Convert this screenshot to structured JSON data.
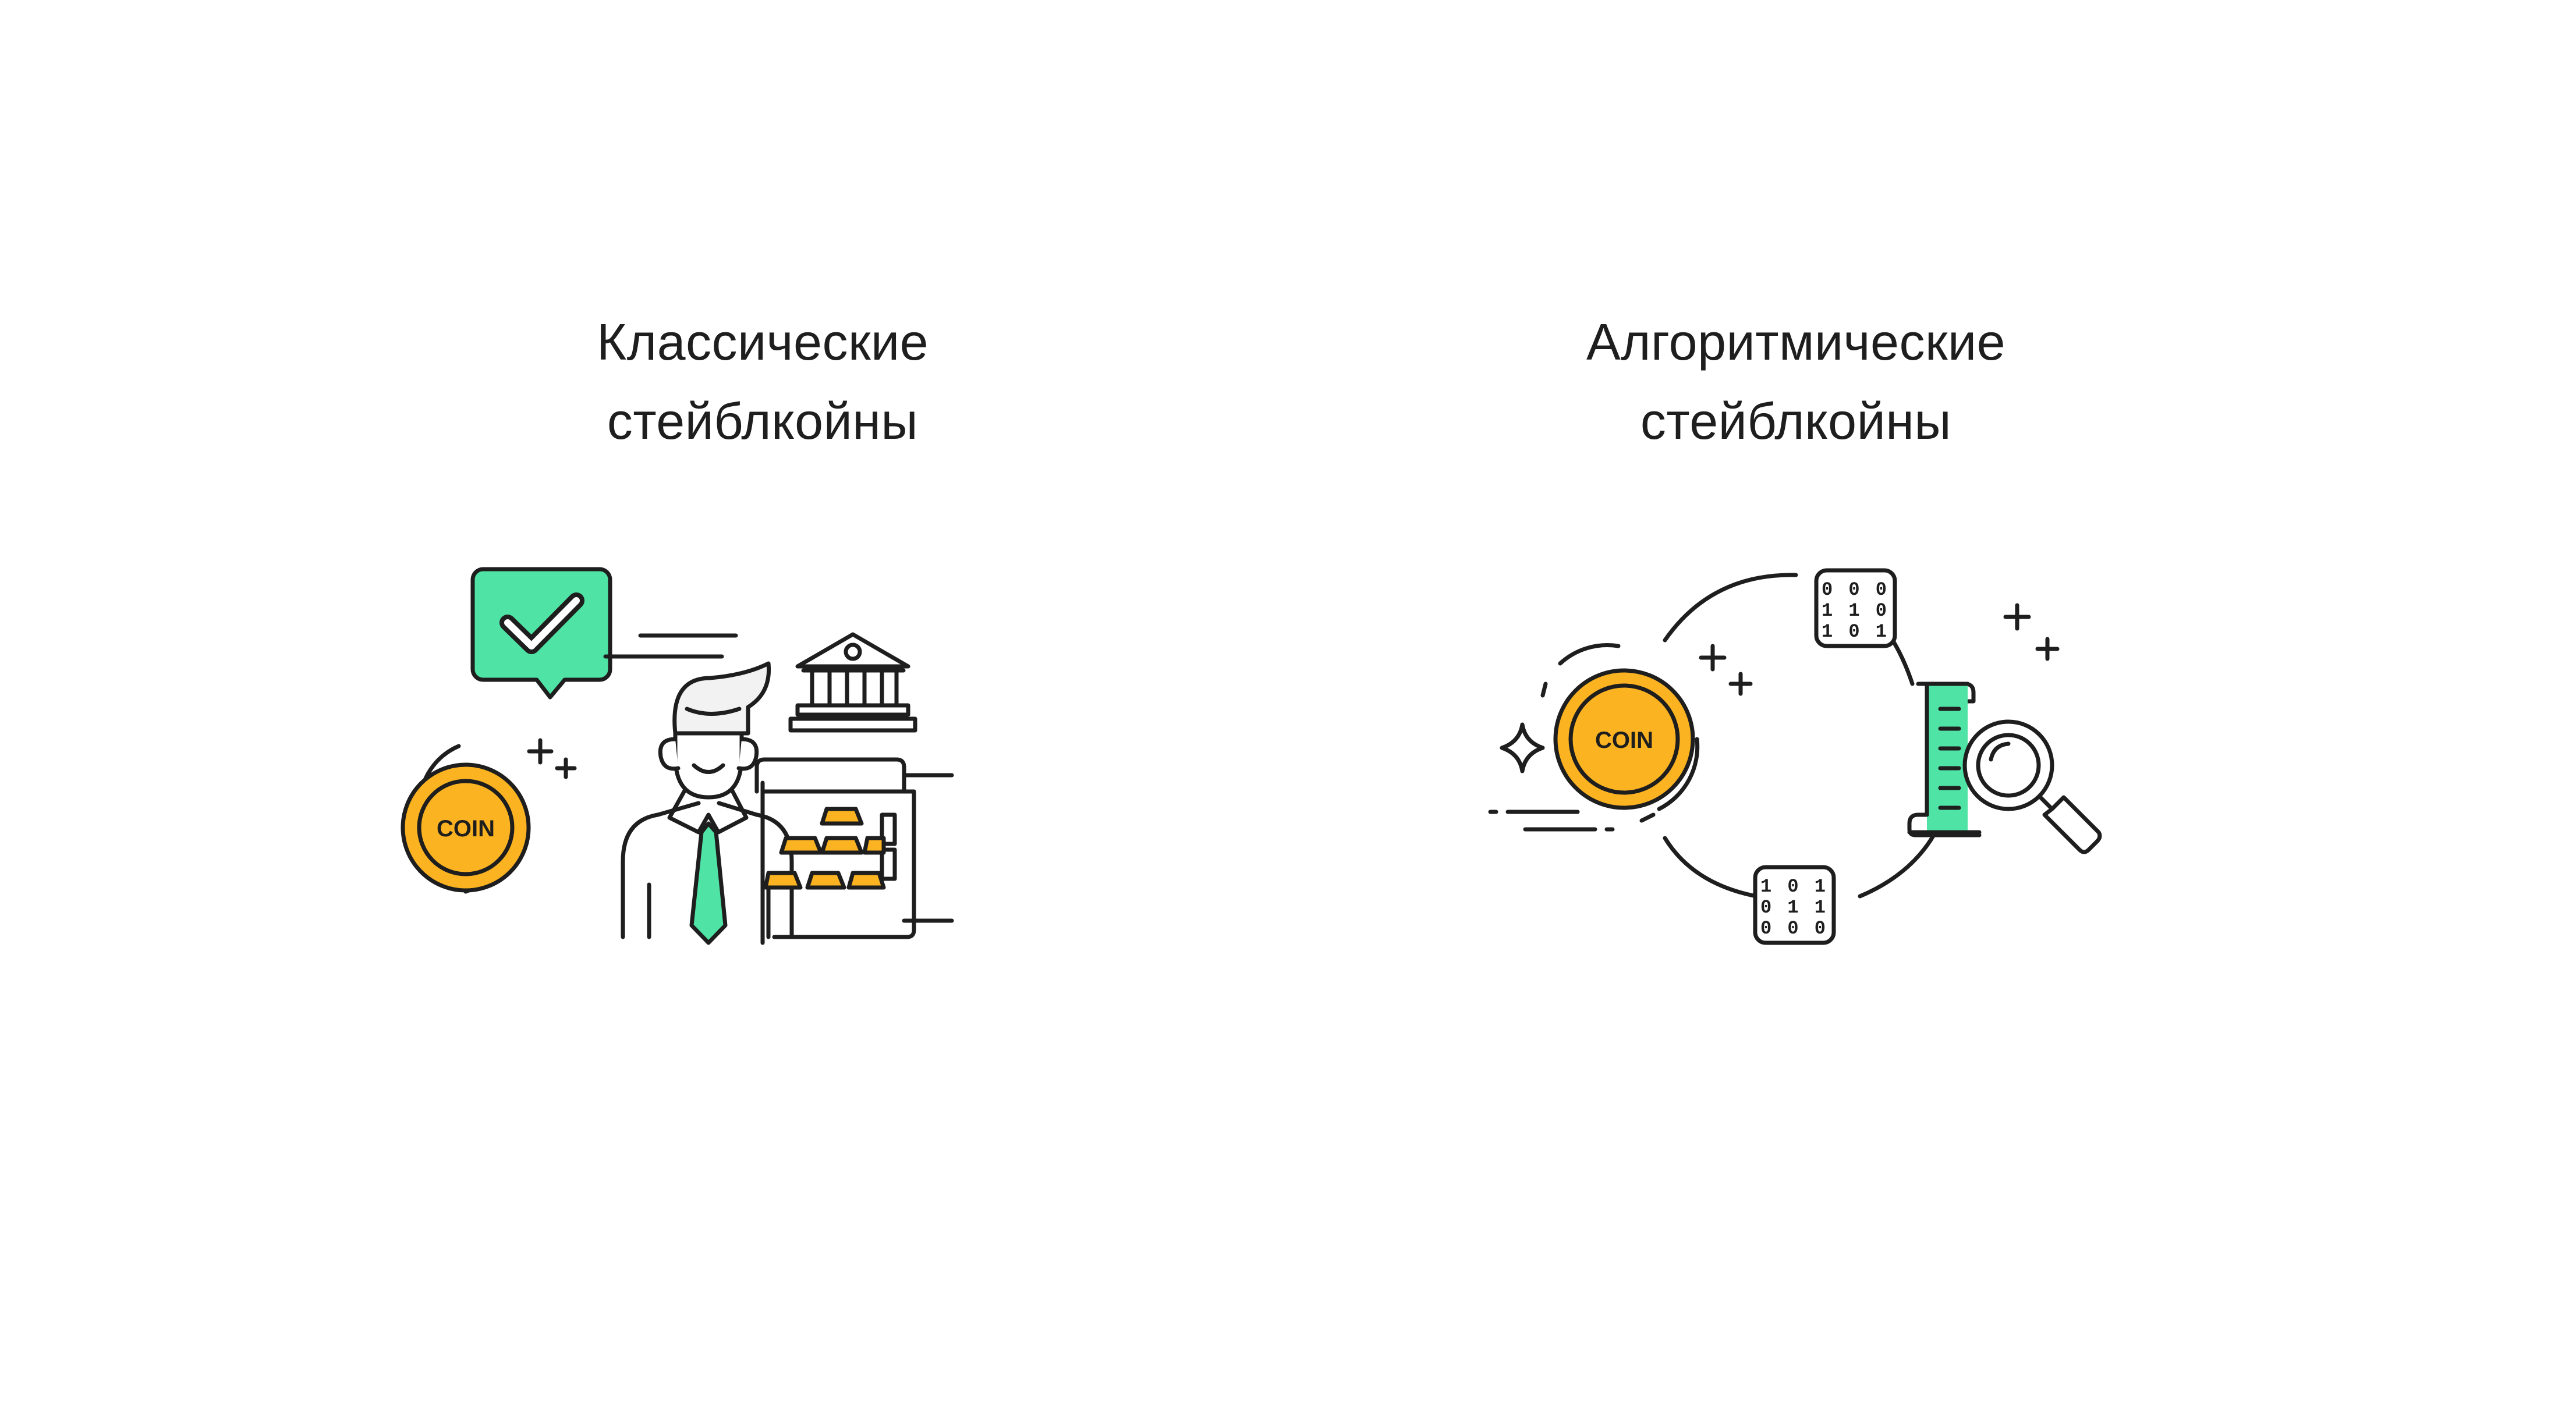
{
  "panels": [
    {
      "title_line1": "Классические",
      "title_line2": "стейблкойны",
      "coin_label": "COIN",
      "icons": [
        "check-message-icon",
        "coin-icon",
        "businessman-icon",
        "bank-icon",
        "gold-safe-icon"
      ]
    },
    {
      "title_line1": "Алгоритмические",
      "title_line2": "стейблкойны",
      "coin_label": "COIN",
      "binary_top": [
        "0 0 0",
        "1 1 0",
        "1 0 1"
      ],
      "binary_bottom": [
        "1 0 1",
        "0 1 1",
        "0 0 0"
      ],
      "icons": [
        "coin-icon",
        "binary-chip-icon",
        "document-search-icon",
        "sparkle-icon",
        "cycle-icon"
      ]
    }
  ],
  "colors": {
    "text": "#1e1e1e",
    "outline": "#1e1e1e",
    "coin": "#fbb321",
    "accent_green": "#4fe3a5",
    "hair": "#f2f2f2",
    "white": "#ffffff"
  }
}
